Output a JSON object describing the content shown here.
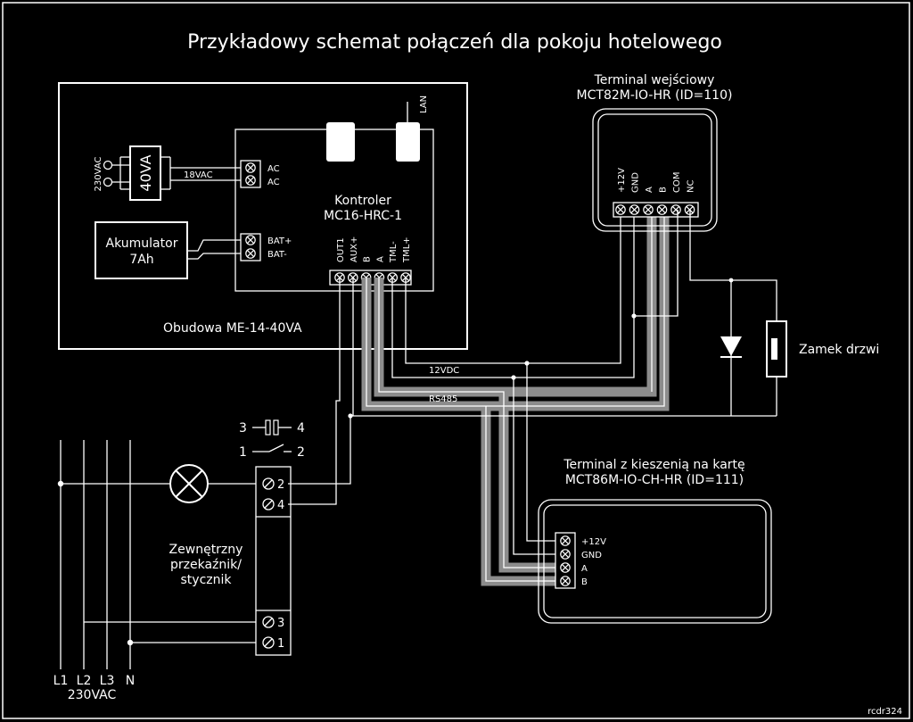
{
  "title": "Przykładowy schemat połączeń dla pokoju hotelowego",
  "enclosure": {
    "label": "Obudowa ME-14-40VA"
  },
  "controller": {
    "name_line1": "Kontroler",
    "name_line2": "MC16-HRC-1",
    "lan": "LAN",
    "ac1": "AC",
    "ac2": "AC",
    "bat_plus": "BAT+",
    "bat_minus": "BAT-",
    "terminals": [
      "OUT1",
      "AUX+",
      "B",
      "A",
      "TML-",
      "TML+"
    ]
  },
  "transformer": {
    "label": "40VA",
    "input": "230VAC",
    "output": "18VAC"
  },
  "battery": {
    "line1": "Akumulator",
    "line2": "7Ah"
  },
  "entry_terminal": {
    "line1": "Terminal wejściowy",
    "line2": "MCT82M-IO-HR (ID=110)",
    "terminals": [
      "+12V",
      "GND",
      "A",
      "B",
      "COM",
      "NC"
    ]
  },
  "card_terminal": {
    "line1": "Terminal z kieszenią na kartę",
    "line2": "MCT86M-IO-CH-HR (ID=111)",
    "terminals": [
      "+12V",
      "GND",
      "A",
      "B"
    ]
  },
  "wires": {
    "dc": "12VDC",
    "bus": "RS485"
  },
  "lock": {
    "label": "Zamek drzwi"
  },
  "relay": {
    "line1": "Zewnętrzny",
    "line2": "przekaźnik/",
    "line3": "stycznik",
    "contact_a_left": "3",
    "contact_a_right": "4",
    "contact_b_left": "1",
    "contact_b_right": "2",
    "pins": [
      "2",
      "4",
      "3",
      "1"
    ]
  },
  "mains": {
    "lines": [
      "L1",
      "L2",
      "L3",
      "N"
    ],
    "voltage": "230VAC"
  },
  "ref": "rcdr324"
}
